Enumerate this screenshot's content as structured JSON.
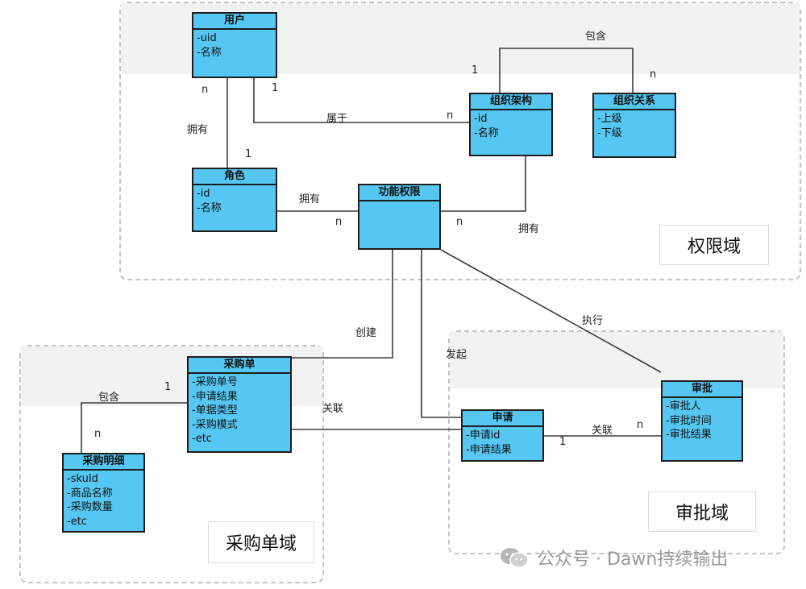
{
  "domains": {
    "permission": "权限域",
    "purchase": "采购单域",
    "approval": "审批域"
  },
  "entities": {
    "user": {
      "title": "用户",
      "attrs": [
        "-uid",
        "-名称"
      ]
    },
    "role": {
      "title": "角色",
      "attrs": [
        "-id",
        "-名称"
      ]
    },
    "org": {
      "title": "组织架构",
      "attrs": [
        "-id",
        "-名称"
      ]
    },
    "orgrel": {
      "title": "组织关系",
      "attrs": [
        "-上级",
        "-下级"
      ]
    },
    "func": {
      "title": "功能权限",
      "attrs": []
    },
    "order": {
      "title": "采购单",
      "attrs": [
        "-采购单号",
        "-申请结果",
        "-单据类型",
        "-采购模式",
        "-etc"
      ]
    },
    "detail": {
      "title": "采购明细",
      "attrs": [
        "-skuId",
        "-商品名称",
        "-采购数量",
        "-etc"
      ]
    },
    "apply": {
      "title": "申请",
      "attrs": [
        "-申请id",
        "-申请结果"
      ]
    },
    "approve": {
      "title": "审批",
      "attrs": [
        "-审批人",
        "-审批时间",
        "-审批结果"
      ]
    }
  },
  "relations": {
    "contain_org": "包含",
    "belong": "属于",
    "own_user_role": "拥有",
    "own_role_func": "拥有",
    "own_org_func": "拥有",
    "create": "创建",
    "initiate": "发起",
    "execute": "执行",
    "contain_order": "包含",
    "assoc_order_apply": "关联",
    "assoc_apply_approve": "关联"
  },
  "cardinality": {
    "one": "1",
    "many": "n"
  },
  "watermark": "公众号 · Dawn持续输出",
  "colors": {
    "entity_fill": "#55c7f2",
    "border": "#1d1d1d",
    "domain_border": "#c4c4c4"
  }
}
